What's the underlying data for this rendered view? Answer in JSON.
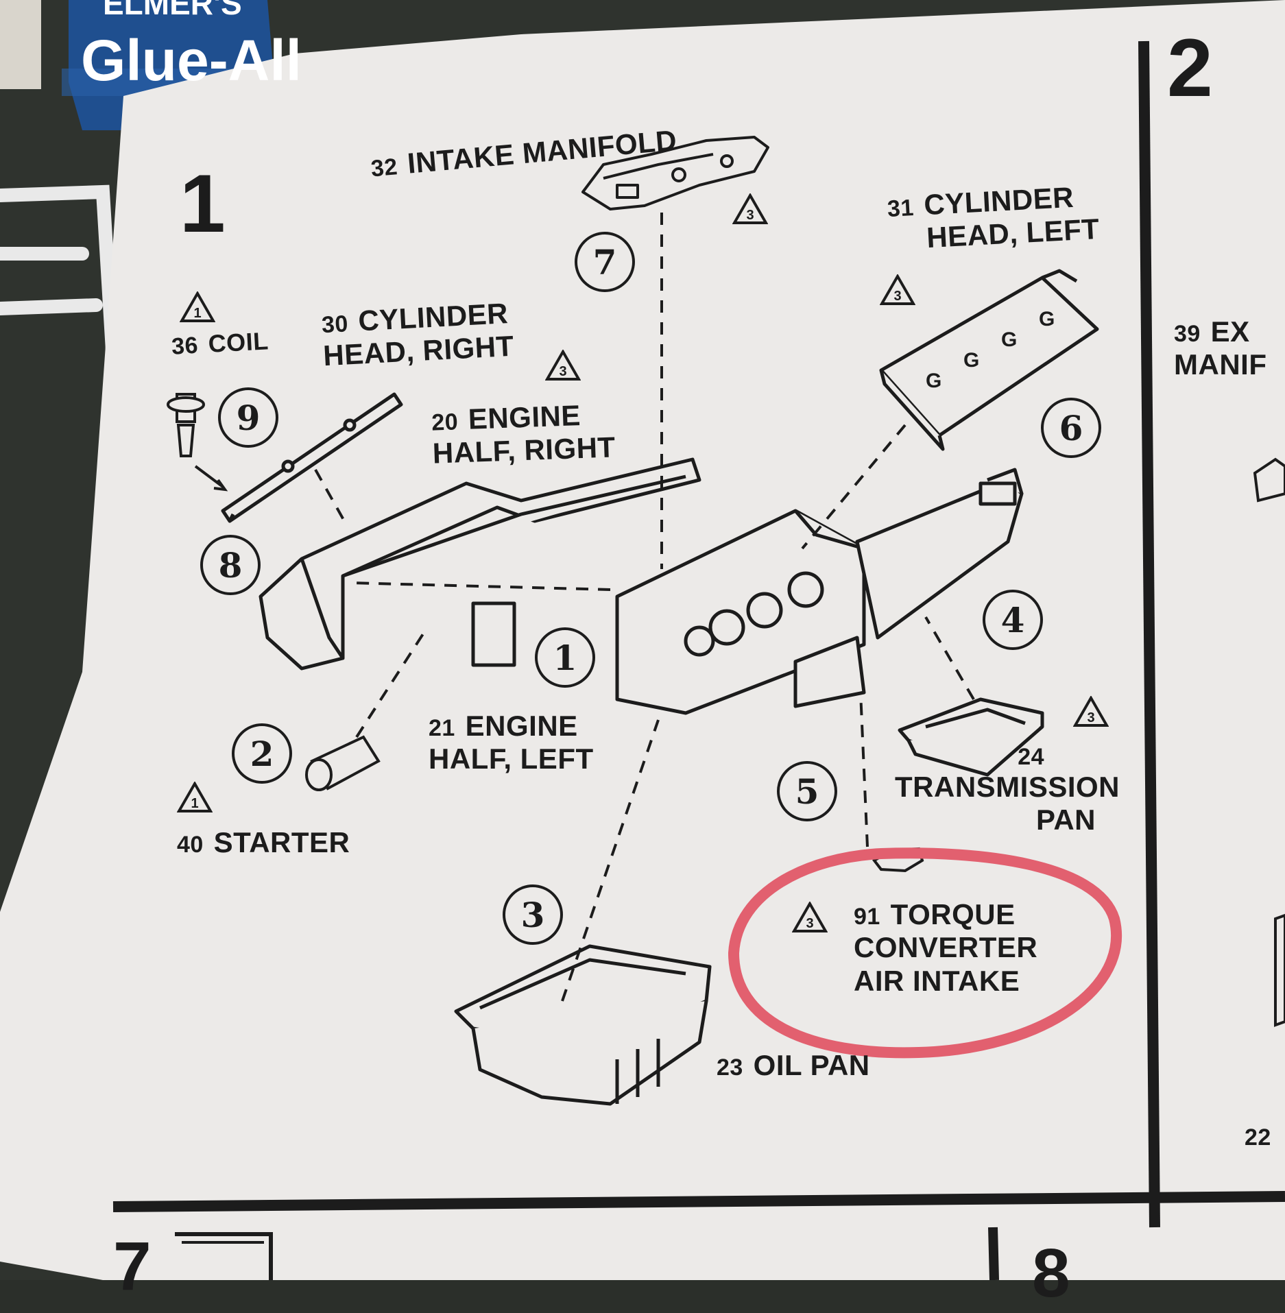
{
  "bottle": {
    "brand": "ELMER'S",
    "product": "Glue-All"
  },
  "steps": {
    "step1_number": "1",
    "step2_number": "2",
    "step7_number": "7",
    "step8_number": "8"
  },
  "parts": {
    "intake_manifold": {
      "number": "32",
      "name": "INTAKE MANIFOLD"
    },
    "cylinder_head_left": {
      "number": "31",
      "line1": "CYLINDER",
      "line2": "HEAD, LEFT"
    },
    "coil": {
      "number": "36",
      "name": "COIL"
    },
    "cylinder_head_right": {
      "number": "30",
      "line1": "CYLINDER",
      "line2": "HEAD, RIGHT"
    },
    "engine_half_right": {
      "number": "20",
      "line1": "ENGINE",
      "line2": "HALF, RIGHT"
    },
    "engine_half_left": {
      "number": "21",
      "line1": "ENGINE",
      "line2": "HALF, LEFT"
    },
    "starter": {
      "number": "40",
      "name": "STARTER"
    },
    "transmission_pan": {
      "number": "24",
      "line1": "TRANSMISSION",
      "line2": "PAN"
    },
    "torque_converter": {
      "number": "91",
      "line1": "TORQUE",
      "line2": "CONVERTER",
      "line3": "AIR INTAKE"
    },
    "oil_pan": {
      "number": "23",
      "name": "OIL PAN"
    },
    "exhaust_manifold_partial": {
      "number": "39",
      "line1": "EX",
      "line2": "MANIF"
    },
    "partial_22": {
      "number": "22"
    }
  },
  "assembly_order": [
    "1",
    "2",
    "3",
    "4",
    "5",
    "6",
    "7",
    "8",
    "9"
  ],
  "caution_marks": {
    "coil": "1",
    "cyl_right": "3",
    "intake": "3",
    "cyl_left": "3",
    "starter": "1",
    "trans_pan": "3",
    "torque": "3"
  },
  "colors": {
    "paper": "#eceae8",
    "ink": "#1c1c1c",
    "highlight_circle": "#e2606f",
    "bottle_blue": "#1f4f8f"
  }
}
